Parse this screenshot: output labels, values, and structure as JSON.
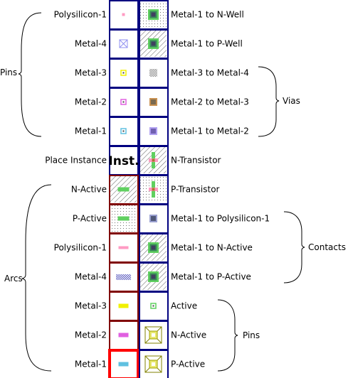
{
  "left_column": [
    {
      "label": "Polysilicon-1",
      "icon": "polysilicon-1-pin-icon",
      "border": "#000080"
    },
    {
      "label": "Metal-4",
      "icon": "metal-4-pin-icon",
      "border": "#000080"
    },
    {
      "label": "Metal-3",
      "icon": "metal-3-pin-icon",
      "border": "#000080"
    },
    {
      "label": "Metal-2",
      "icon": "metal-2-pin-icon",
      "border": "#000080"
    },
    {
      "label": "Metal-1",
      "icon": "metal-1-pin-icon",
      "border": "#000080"
    },
    {
      "label": "Place Instance",
      "icon": "inst-text-icon",
      "text": "Inst.",
      "border": "#000080"
    },
    {
      "label": "N-Active",
      "icon": "n-active-arc-icon",
      "border": "#800000"
    },
    {
      "label": "P-Active",
      "icon": "p-active-arc-icon",
      "border": "#800000"
    },
    {
      "label": "Polysilicon-1",
      "icon": "polysilicon-1-arc-icon",
      "border": "#800000"
    },
    {
      "label": "Metal-4",
      "icon": "metal-4-arc-icon",
      "border": "#800000"
    },
    {
      "label": "Metal-3",
      "icon": "metal-3-arc-icon",
      "border": "#800000"
    },
    {
      "label": "Metal-2",
      "icon": "metal-2-arc-icon",
      "border": "#800000"
    },
    {
      "label": "Metal-1",
      "icon": "metal-1-arc-icon",
      "border": "#ff0000",
      "selected": true
    }
  ],
  "right_column": [
    {
      "label": "Metal-1 to N-Well",
      "icon": "metal-1-n-well-contact-icon"
    },
    {
      "label": "Metal-1 to P-Well",
      "icon": "metal-1-p-well-contact-icon"
    },
    {
      "label": "Metal-3 to Metal-4",
      "icon": "via-3-4-icon"
    },
    {
      "label": "Metal-2 to Metal-3",
      "icon": "via-2-3-icon"
    },
    {
      "label": "Metal-1 to Metal-2",
      "icon": "via-1-2-icon"
    },
    {
      "label": "N-Transistor",
      "icon": "n-transistor-icon"
    },
    {
      "label": "P-Transistor",
      "icon": "p-transistor-icon"
    },
    {
      "label": "Metal-1 to Polysilicon-1",
      "icon": "metal-1-poly-contact-icon"
    },
    {
      "label": "Metal-1 to N-Active",
      "icon": "metal-1-n-active-contact-icon"
    },
    {
      "label": "Metal-1 to P-Active",
      "icon": "metal-1-p-active-contact-icon"
    },
    {
      "label": "Active",
      "icon": "active-pin-icon"
    },
    {
      "label": "N-Active",
      "icon": "n-active-pin-icon"
    },
    {
      "label": "P-Active",
      "icon": "p-active-pin-icon"
    }
  ],
  "groups": {
    "pins_left": "Pins",
    "arcs": "Arcs",
    "vias": "Vias",
    "contacts": "Contacts",
    "pins_right": "Pins"
  },
  "colors": {
    "node_border": "#000080",
    "arc_border": "#800000",
    "selected_border": "#ff0000",
    "polysilicon": "#ff9bc3",
    "metal1": "#60c0e0",
    "metal2": "#e060e0",
    "metal3": "#f0f000",
    "metal4": "#9090f0",
    "active": "#60d060",
    "contact": "#404060"
  }
}
